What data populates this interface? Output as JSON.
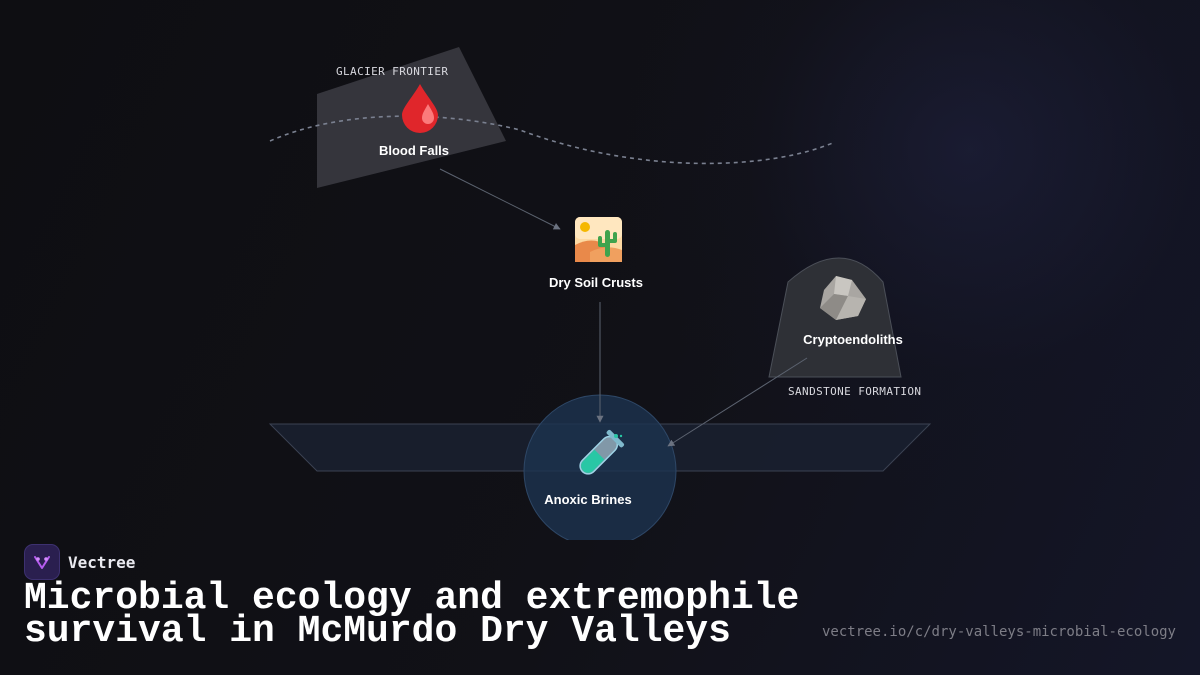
{
  "diagram": {
    "regions": {
      "glacier": "GLACIER FRONTIER",
      "sandstone": "SANDSTONE FORMATION"
    },
    "nodes": {
      "blood_falls": {
        "label": "Blood Falls",
        "icon": "blood-drop-icon",
        "emoji": "🩸"
      },
      "dry_soil": {
        "label": "Dry Soil Crusts",
        "icon": "desert-icon",
        "emoji": "🏜️"
      },
      "cryptoendoliths": {
        "label": "Cryptoendoliths",
        "icon": "rock-icon",
        "emoji": "🪨"
      },
      "anoxic_brines": {
        "label": "Anoxic Brines",
        "icon": "test-tube-icon",
        "emoji": "🧪"
      }
    },
    "edges": [
      {
        "from": "Blood Falls",
        "to": "Dry Soil Crusts"
      },
      {
        "from": "Dry Soil Crusts",
        "to": "Anoxic Brines"
      },
      {
        "from": "Cryptoendoliths",
        "to": "Anoxic Brines"
      }
    ]
  },
  "brand": {
    "name": "Vectree",
    "icon": "vectree-logo-icon"
  },
  "title": "Microbial ecology and extremophile survival in McMurdo Dry Valleys",
  "url": "vectree.io/c/dry-valleys-microbial-ecology",
  "colors": {
    "background": "#0f0f13",
    "accent_blue": "#1d3350",
    "edge": "#5c6370",
    "logo_bg": "#2a1f4f",
    "logo_mark": "#b65cf0"
  }
}
